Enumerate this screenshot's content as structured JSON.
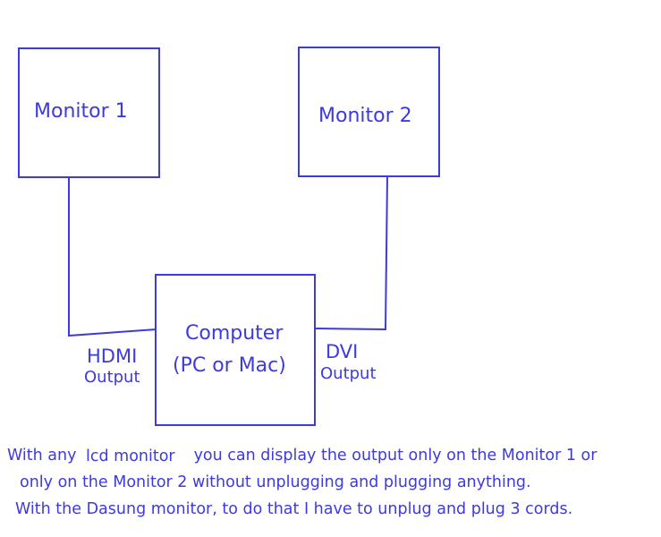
{
  "diagram": {
    "monitor1": {
      "label": "Monitor 1"
    },
    "monitor2": {
      "label": "Monitor 2"
    },
    "computer": {
      "line1": "Computer",
      "line2": "(PC or Mac)"
    },
    "hdmi": {
      "name": "HDMI",
      "sub": "Output"
    },
    "dvi": {
      "name": "DVI",
      "sub": "Output"
    },
    "caption": {
      "line1_a": "With any",
      "line1_b": "lcd monitor",
      "line1_c": " you can display the output only on the Monitor 1 or",
      "line2": "only on the Monitor 2 without unplugging and plugging anything.",
      "line3": "With the Dasung monitor, to do that I have to unplug and plug 3 cords."
    },
    "color": "#3d3ae0"
  }
}
